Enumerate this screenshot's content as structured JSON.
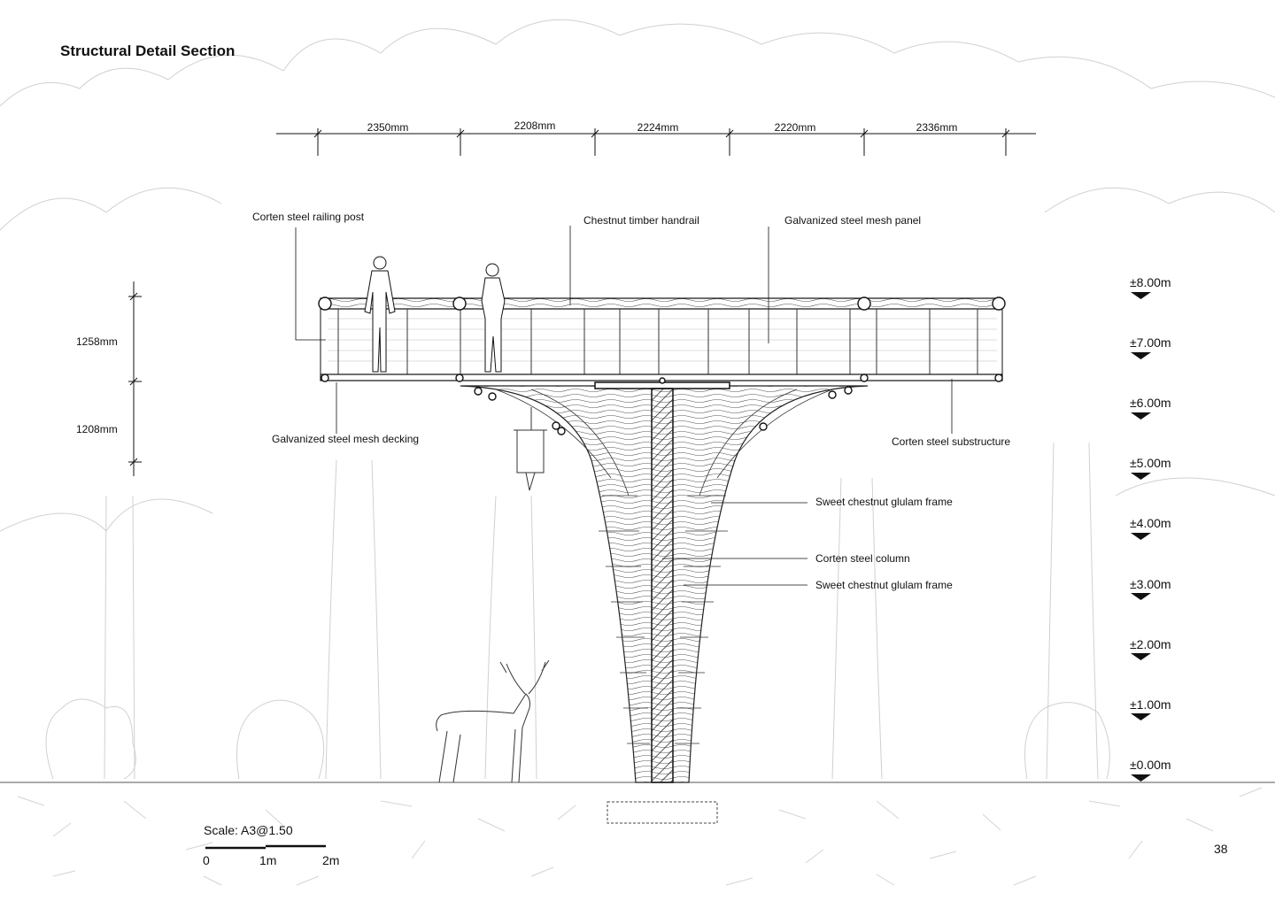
{
  "title": "Structural Detail Section",
  "dimensions_horizontal": [
    "2350mm",
    "2208mm",
    "2224mm",
    "2220mm",
    "2336mm"
  ],
  "dimensions_vertical": [
    "1258mm",
    "1208mm"
  ],
  "labels": {
    "railing_post": "Corten steel railing post",
    "handrail": "Chestnut timber handrail",
    "mesh_panel": "Galvanized steel mesh panel",
    "mesh_decking": "Galvanized steel mesh decking",
    "substructure": "Corten steel substructure",
    "glulam_upper": "Sweet chestnut glulam frame",
    "column": "Corten steel column",
    "glulam_lower": "Sweet chestnut glulam frame"
  },
  "levels": [
    "±8.00m",
    "±7.00m",
    "±6.00m",
    "±5.00m",
    "±4.00m",
    "±3.00m",
    "±2.00m",
    "±1.00m",
    "±0.00m"
  ],
  "scale": {
    "title": "Scale: A3@1.50",
    "ticks": [
      "0",
      "1m",
      "2m"
    ]
  },
  "page_number": "38",
  "colors": {
    "line": "#111111",
    "background_trees": "#cfcfcf",
    "ground_hatch": "#d4d4d4"
  }
}
